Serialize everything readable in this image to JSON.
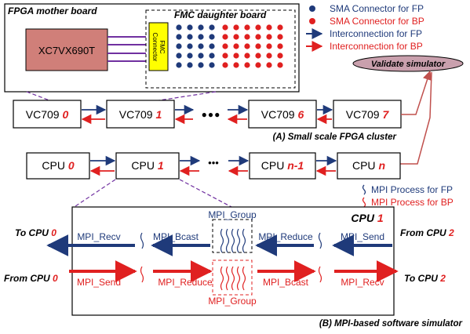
{
  "fpga": {
    "mother_board_label": "FPGA mother board",
    "daughter_board_label": "FMC daughter board",
    "chip_label": "XC7VX690T",
    "connector_label_1": "FMC",
    "connector_label_2": "Connector"
  },
  "legend": {
    "sma_fp": "SMA Connector for FP",
    "sma_bp": "SMA Connector for BP",
    "inter_fp": "Interconnection for FP",
    "inter_bp": "Interconnection for BP",
    "mpi_fp": "MPI Process for FP",
    "mpi_bp": "MPI Process for BP"
  },
  "validate_label": "Validate simulator",
  "vc709": {
    "prefix": "VC709 ",
    "nodes": [
      {
        "index": "0"
      },
      {
        "index": "1"
      },
      {
        "index": "6"
      },
      {
        "index": "7"
      }
    ],
    "ellipsis": "●●●"
  },
  "cluster_caption": "(A) Small scale FPGA cluster",
  "cpu": {
    "prefix": "CPU ",
    "nodes": [
      {
        "index": "0"
      },
      {
        "index": "1"
      },
      {
        "index": "n-1"
      },
      {
        "index": "n"
      }
    ],
    "ellipsis": "•••"
  },
  "detail": {
    "title_prefix": "CPU ",
    "title_index": "1",
    "mpi_recv_fp": "MPI_Recv",
    "mpi_bcast_fp": "MPI_Bcast",
    "mpi_reduce_fp": "MPI_Reduce",
    "mpi_send_fp": "MPI_Send",
    "mpi_group_top": "MPI_Group",
    "mpi_send_bp": "MPI_Send",
    "mpi_reduce_bp": "MPI_Reduce",
    "mpi_bcast_bp": "MPI_Bcast",
    "mpi_recv_bp": "MPI_Recv",
    "mpi_group_bottom": "MPI_Group",
    "to_cpu0_prefix": "To CPU ",
    "to_cpu0_index": "0",
    "from_cpu2_prefix": "From CPU ",
    "from_cpu2_index": "2",
    "from_cpu0_prefix": "From CPU ",
    "from_cpu0_index": "0",
    "to_cpu2_prefix": "To CPU ",
    "to_cpu2_index": "2"
  },
  "simulator_caption": "(B) MPI-based software simulator",
  "colors": {
    "fp": "#1f3a7a",
    "bp": "#e02020",
    "chip_fill": "#d07f79",
    "connector_fill": "#ffff00",
    "validate_fill": "#c9a0ad",
    "dashed": "#7030a0"
  }
}
